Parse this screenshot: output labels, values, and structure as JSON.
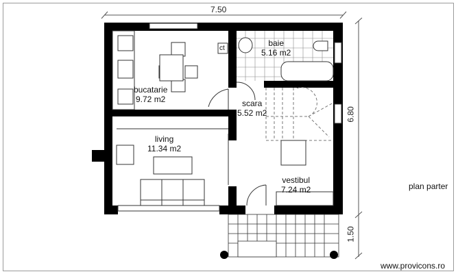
{
  "plan": {
    "title": "plan parter",
    "website": "www.provicons.ro"
  },
  "dimensions": {
    "width": "7.50",
    "height_house": "6.80",
    "height_terrace": "1.50"
  },
  "rooms": [
    {
      "name": "bucatarie",
      "area": "9.72 m2"
    },
    {
      "name": "baie",
      "area": "5.16 m2"
    },
    {
      "name": "scara",
      "area": "5.52 m2"
    },
    {
      "name": "living",
      "area": "11.34 m2"
    },
    {
      "name": "vestibul",
      "area": "7.24 m2"
    }
  ],
  "fixtures": {
    "ct_label": "ct"
  },
  "colors": {
    "wall": "#000000",
    "line": "#333333",
    "dim_line": "#555555",
    "frame": "#9a9a9a"
  }
}
